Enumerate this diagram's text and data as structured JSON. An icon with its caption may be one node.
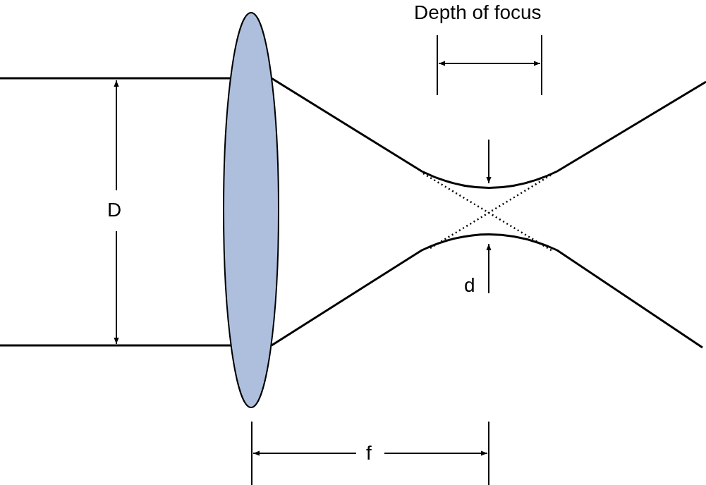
{
  "diagram": {
    "nodes": [
      {
        "text": [],
        "shape": "ellipse"
      }
    ],
    "labels": [
      "Depth of focus",
      "D",
      "d",
      "f"
    ]
  }
}
